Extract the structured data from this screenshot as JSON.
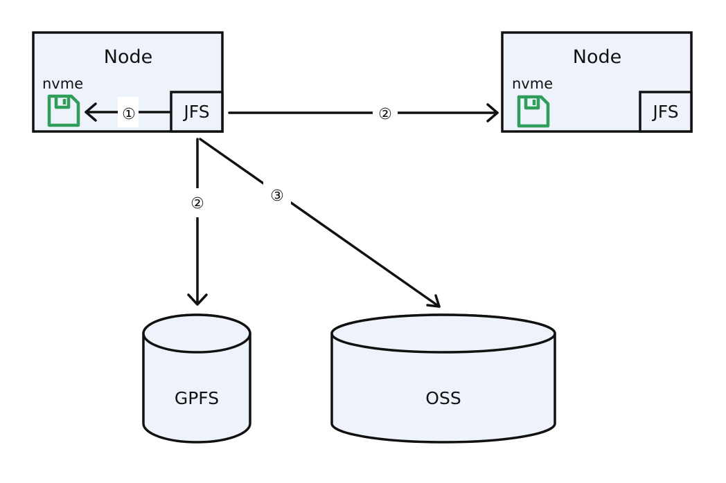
{
  "nodes": [
    {
      "title": "Node",
      "disk_label": "nvme",
      "cache_label": "JFS",
      "icon": "floppy-disk-icon"
    },
    {
      "title": "Node",
      "disk_label": "nvme",
      "cache_label": "JFS",
      "icon": "floppy-disk-icon"
    }
  ],
  "storage": [
    {
      "label": "GPFS"
    },
    {
      "label": "OSS"
    }
  ],
  "steps": {
    "to_local_nvme": "①",
    "to_remote_node": "②",
    "to_gpfs": "②",
    "to_oss": "③"
  },
  "colors": {
    "box_fill": "#eef2fb",
    "stroke": "#111111",
    "disk_icon": "#2f9e5b"
  }
}
